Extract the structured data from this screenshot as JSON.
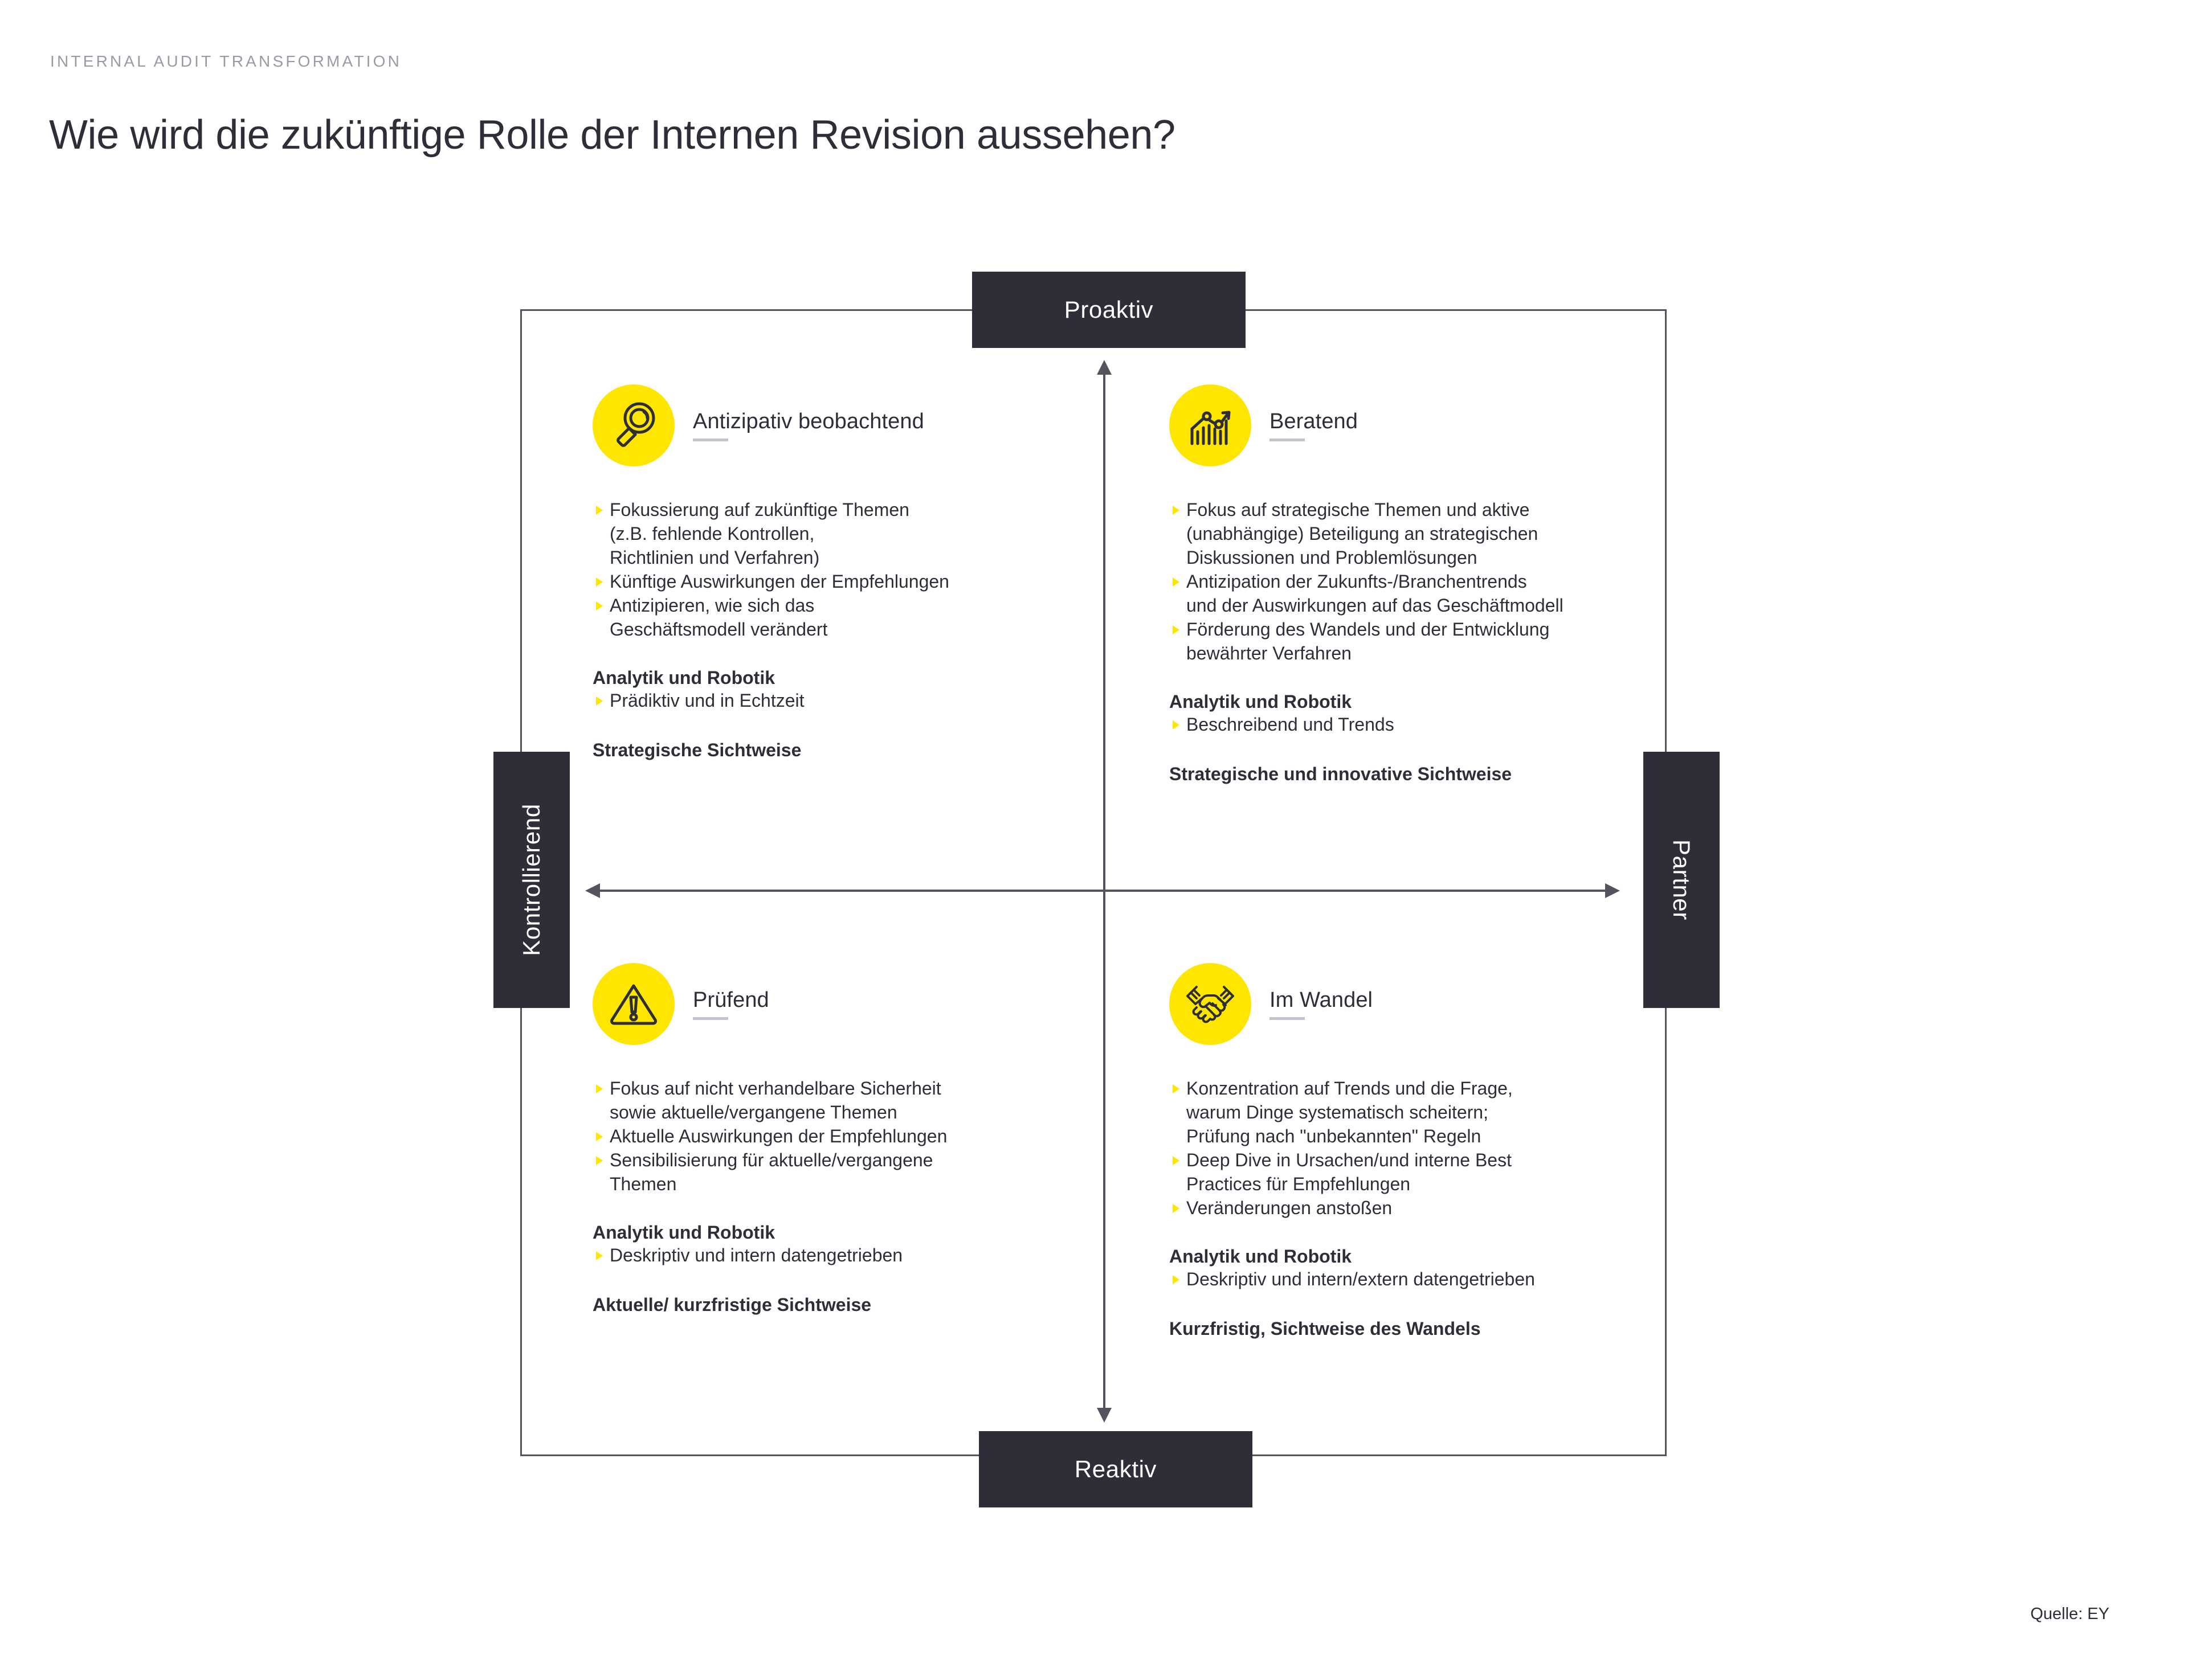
{
  "header": {
    "eyebrow": "INTERNAL AUDIT TRANSFORMATION",
    "title": "Wie wird die zukünftige Rolle der Internen Revision aussehen?"
  },
  "colors": {
    "accent_yellow": "#FFE600",
    "dark": "#2E2E38",
    "frame_line": "#54545F",
    "underline_grey": "#C4C4CD"
  },
  "axes": {
    "top": "Proaktiv",
    "bottom": "Reaktiv",
    "left": "Kontrollierend",
    "right": "Partner"
  },
  "quadrants": {
    "top_left": {
      "icon": "magnifier-icon",
      "title": "Antizipativ beobachtend",
      "bullets": [
        "Fokussierung auf zukünftige Themen\n(z.B. fehlende Kontrollen,\nRichtlinien und Verfahren)",
        "Künftige Auswirkungen der Empfehlungen",
        "Antizipieren, wie sich das\nGeschäftsmodell verändert"
      ],
      "section_head": "Analytik und Robotik",
      "section_bullets": [
        "Prädiktiv und in Echtzeit"
      ],
      "footer": "Strategische Sichtweise"
    },
    "top_right": {
      "icon": "growth-chart-icon",
      "title": "Beratend",
      "bullets": [
        "Fokus auf strategische Themen und aktive\n(unabhängige) Beteiligung an strategischen\nDiskussionen und Problemlösungen",
        "Antizipation der Zukunfts-/Branchentrends\nund der Auswirkungen auf das Geschäftmodell",
        "Förderung des Wandels und der Entwicklung\nbewährter Verfahren"
      ],
      "section_head": "Analytik und Robotik",
      "section_bullets": [
        "Beschreibend und Trends"
      ],
      "footer": "Strategische und innovative Sichtweise"
    },
    "bottom_left": {
      "icon": "warning-triangle-icon",
      "title": "Prüfend",
      "bullets": [
        "Fokus auf nicht verhandelbare Sicherheit\nsowie aktuelle/vergangene Themen",
        "Aktuelle Auswirkungen der Empfehlungen",
        "Sensibilisierung für aktuelle/vergangene\nThemen"
      ],
      "section_head": "Analytik und Robotik",
      "section_bullets": [
        "Deskriptiv und intern datengetrieben"
      ],
      "footer": "Aktuelle/ kurzfristige Sichtweise"
    },
    "bottom_right": {
      "icon": "handshake-icon",
      "title": "Im Wandel",
      "bullets": [
        "Konzentration auf Trends und die Frage,\nwarum Dinge systematisch scheitern;\nPrüfung nach \"unbekannten\" Regeln",
        "Deep Dive in Ursachen/und interne Best\nPractices für Empfehlungen",
        "Veränderungen anstoßen"
      ],
      "section_head": "Analytik und Robotik",
      "section_bullets": [
        "Deskriptiv und intern/extern datengetrieben"
      ],
      "footer": "Kurzfristig, Sichtweise des Wandels"
    }
  },
  "footer": {
    "source": "Quelle: EY"
  }
}
